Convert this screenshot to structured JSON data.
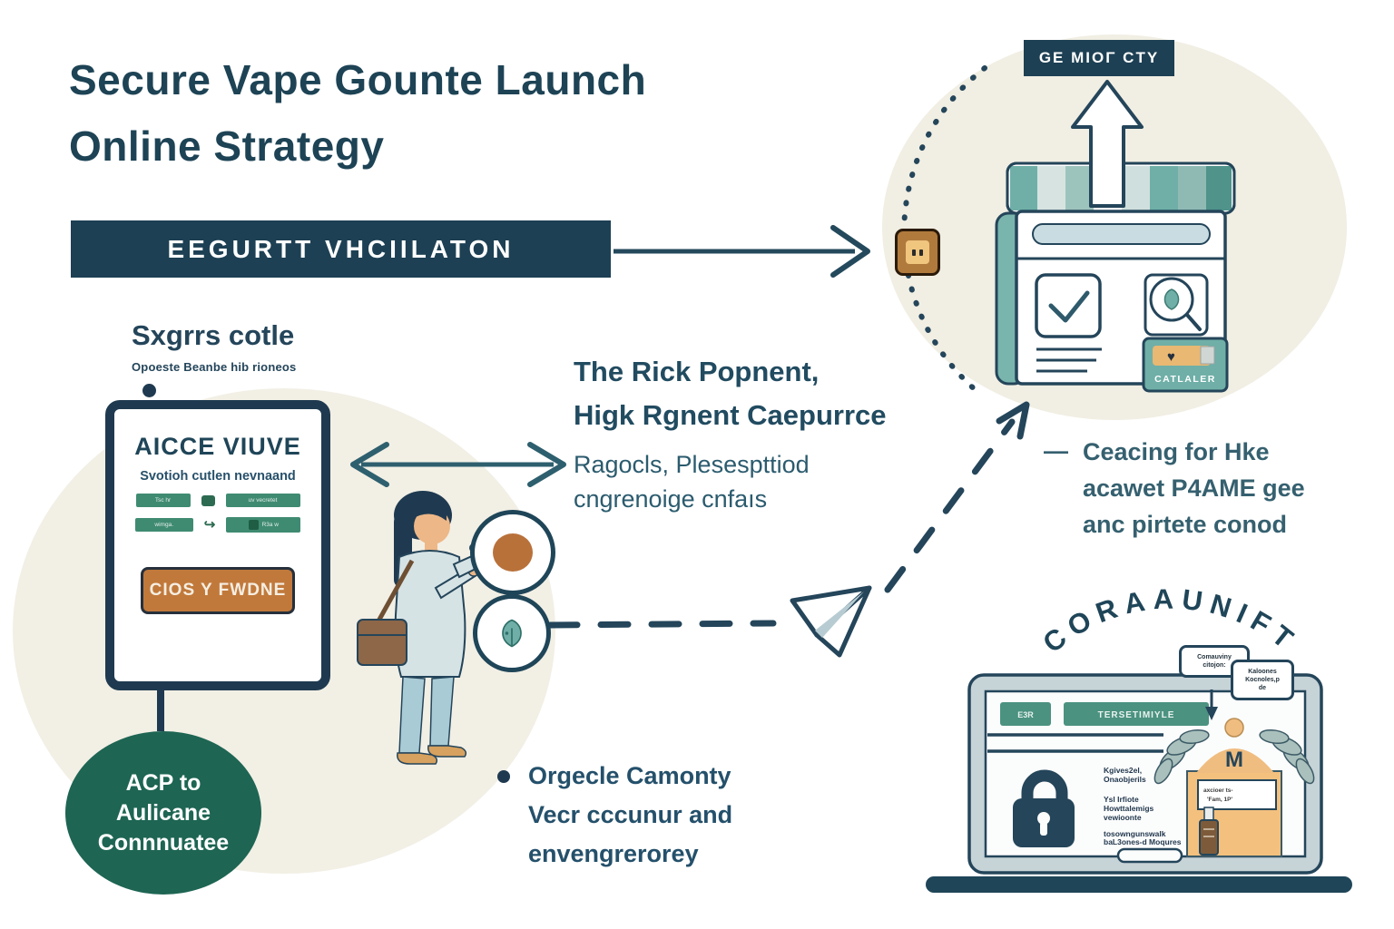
{
  "colors": {
    "navy": "#1d4054",
    "teal_text": "#2e5a6b",
    "pill_green": "#3f8b72",
    "circle_green": "#1e6553",
    "button_orange": "#c1793b",
    "award_tan": "#f3c07e",
    "blob_beige": "#f1eee4",
    "laptop_gray": "#c6d3d7",
    "storefront_teal": "#6fafa7"
  },
  "title": {
    "line1": "Secure Vape Gounte Launch",
    "line2": "Online Strategy"
  },
  "banner": {
    "label": "EEGURTT VHCIILATON"
  },
  "left_section": {
    "heading": "Sxgrrs cotle",
    "subheading": "Opoeste Beanbe hib rioneos"
  },
  "tablet": {
    "title": "AICCE VIUVE",
    "subtitle": "Svotioh cutlen nevnaand",
    "pills": [
      "Tsc hr",
      "uv vecretet",
      "wimga.",
      "R3a w"
    ],
    "button": "CIOS Y FWDNE"
  },
  "center_text": {
    "heading1": "The Rick Popnent,",
    "heading2": "Higk Rgnent Caepurrce",
    "body1": "Ragocls, Plesespttiod",
    "body2": "cngrenoige cnfaıs"
  },
  "right_note": {
    "bullet": "—",
    "line1": "Ceacing for Hke",
    "line2": "acawet P4AME gee",
    "line3": "anc pirtete conod"
  },
  "store_badge": {
    "label": "GE MIOΓ CTY"
  },
  "storefront": {
    "card_label": "CATLALER"
  },
  "community": {
    "arc_label": "CORAAUNIFT",
    "note1_line1": "Comauviny",
    "note1_line2": "citojon:",
    "note2_line1": "Kaloones",
    "note2_line2": "Kocnoles,p",
    "note2_line3": "de"
  },
  "laptop": {
    "button1": "E3R",
    "button2": "TERSETIMIYLE",
    "text_a1": "Kgives2el,",
    "text_a2": "Onaobjerils",
    "text_b1": "Ysl Irfiote",
    "text_b2": "Howttalemigs",
    "text_b3": "vewioonte",
    "text_c1": "tosowngunswalk",
    "text_c2": "baL3ones-d Moqures",
    "award_monogram": "M",
    "award_box_line1": "axcioer   ts-",
    "award_box_line2": "'Fam,   1P'"
  },
  "green_circle": {
    "line1": "ACP to",
    "line2": "Aulicane",
    "line3": "Connnuatee"
  },
  "bottom_note": {
    "line1": "Orgecle Camonty",
    "line2": "Vecr cccunur and",
    "line3": "envengrerorey"
  }
}
